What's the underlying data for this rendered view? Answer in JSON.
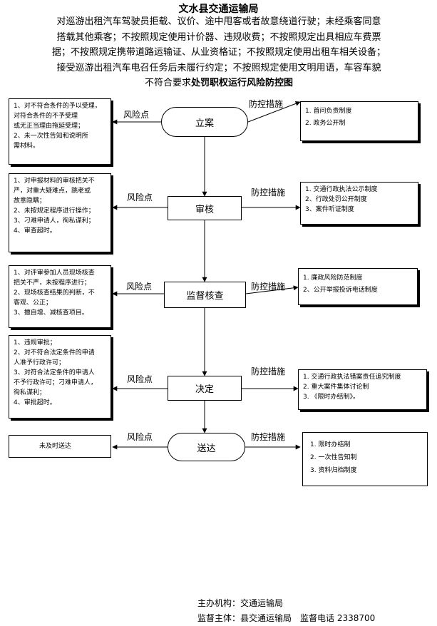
{
  "header": {
    "org": "文水县交通运输局",
    "title_line1": "对巡游出租汽车驾驶员拒载、议价、途中甩客或者故意绕道行驶；未经乘客同意",
    "title_line2": "搭载其他乘客；不按照规定使用计价器、违规收费；不按照规定出具相应车费票",
    "title_line3": "据；不按照规定携带道路运输证、从业资格证；不按照规定使用出租车相关设备；",
    "title_line4": "接受巡游出租汽车电召任务后未履行约定；不按照规定使用文明用语，车容车貌",
    "title_line5a": "不符合要求",
    "title_line5b": "处罚职权运行风险防控图"
  },
  "stages": [
    {
      "name": "立案",
      "risk_label": "风险点",
      "control_label": "防控措施",
      "risks": [
        "1、对不符合条件的予以受理，",
        "对符合条件的不予受理",
        "或无正当理由拖延受理；",
        "2、未一次性告知和说明所",
        "需材料。"
      ],
      "controls": [
        "1. 首问负责制度",
        "2. 政务公开制"
      ]
    },
    {
      "name": "审核",
      "risk_label": "风险点",
      "control_label": "防控措施",
      "risks": [
        "1、对申报材料的审核把关不",
        "严，对重大疑难点，跳老或",
        "故意隐瞒；",
        "2、未按规定程序进行操作；",
        "3、刁难申请人，徇私谋利；",
        "4、审查超时。"
      ],
      "controls": [
        "1. 交通行政执法公示制度",
        "2、行政处罚公开制度",
        "3、案件听证制度"
      ]
    },
    {
      "name": "监督核查",
      "risk_label": "风险点",
      "control_label": "防控措施",
      "risks": [
        "1、对评审参加人员现场核查",
        "把关不严，未按程序进行；",
        "2、现场核查结果的判断，不",
        "客观、公正；",
        "3、擅自增、减核查项目。"
      ],
      "controls": [
        "1. 廉政风险防范制度",
        "2、公开举报投诉电话制度"
      ]
    },
    {
      "name": "决定",
      "risk_label": "风险点",
      "control_label": "防控措施",
      "risks": [
        "1、违规审批；",
        "2、对不符合法定条件的申请",
        "人准予行政许可；",
        "3、对符合法定条件的申请人",
        "不予行政许可；刁难申请人，",
        "徇私谋利；",
        "4、审批超时。"
      ],
      "controls": [
        "1. 交通行政执法错案责任追究制度",
        "2. 重大案件集体讨论制",
        "3. 《限时办结制》。"
      ]
    },
    {
      "name": "送达",
      "risk_label": "风险点",
      "control_label": "防控措施",
      "risks": [
        "未及时送达"
      ],
      "controls": [
        "1. 限时办结制",
        "2. 一次性告知制",
        "3. 资料归档制度"
      ]
    }
  ],
  "footer": {
    "sponsor": "主办机构：交通运输局",
    "supervisor": "监督主体：县交通运输局　监督电话 2338700"
  }
}
